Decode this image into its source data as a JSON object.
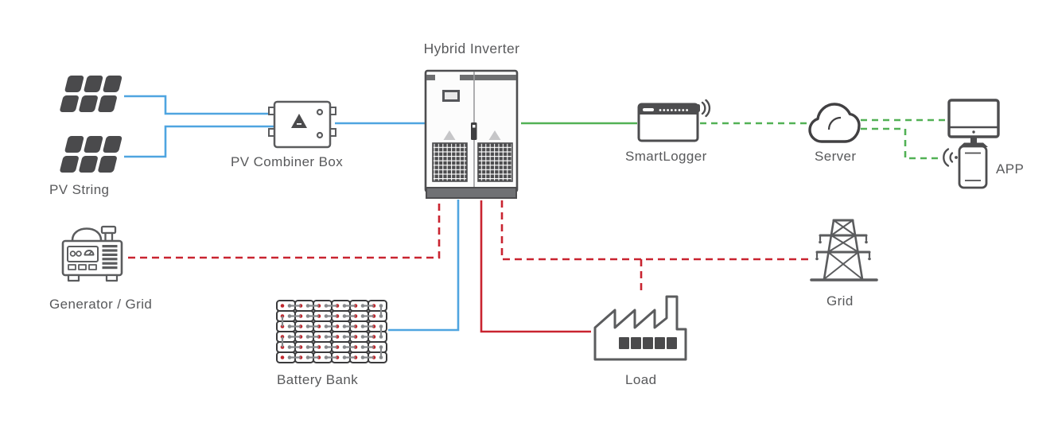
{
  "diagram": {
    "title": "Hybrid Inverter",
    "nodes": [
      {
        "id": "pv-string",
        "label": "PV String",
        "icon": "solar-panels-icon"
      },
      {
        "id": "pv-combiner-box",
        "label": "PV Combiner Box",
        "icon": "combiner-box-icon"
      },
      {
        "id": "hybrid-inverter",
        "label": "Hybrid Inverter",
        "icon": "inverter-cabinet-icon"
      },
      {
        "id": "smartlogger",
        "label": "SmartLogger",
        "icon": "smartlogger-icon"
      },
      {
        "id": "server",
        "label": "Server",
        "icon": "cloud-icon"
      },
      {
        "id": "monitor",
        "label": "",
        "icon": "desktop-monitor-icon"
      },
      {
        "id": "app",
        "label": "APP",
        "icon": "smartphone-icon"
      },
      {
        "id": "generator",
        "label": "Generator / Grid",
        "icon": "generator-icon"
      },
      {
        "id": "battery-bank",
        "label": "Battery Bank",
        "icon": "battery-bank-icon"
      },
      {
        "id": "load",
        "label": "Load",
        "icon": "factory-icon"
      },
      {
        "id": "grid",
        "label": "Grid",
        "icon": "transmission-tower-icon"
      }
    ],
    "connections": [
      {
        "from": "PV String",
        "to": "PV Combiner Box",
        "style": "solid",
        "color": "blue"
      },
      {
        "from": "PV Combiner Box",
        "to": "Hybrid Inverter",
        "style": "solid",
        "color": "blue"
      },
      {
        "from": "Hybrid Inverter",
        "to": "Battery Bank",
        "style": "solid",
        "color": "blue"
      },
      {
        "from": "Hybrid Inverter",
        "to": "SmartLogger",
        "style": "solid",
        "color": "green"
      },
      {
        "from": "SmartLogger",
        "to": "Server",
        "style": "dashed",
        "color": "green"
      },
      {
        "from": "Server",
        "to": "Monitor",
        "style": "dashed",
        "color": "green"
      },
      {
        "from": "Server",
        "to": "APP",
        "style": "dashed",
        "color": "green"
      },
      {
        "from": "Generator / Grid",
        "to": "Hybrid Inverter",
        "style": "dashed",
        "color": "red"
      },
      {
        "from": "Hybrid Inverter",
        "to": "Grid",
        "style": "dashed",
        "color": "red"
      },
      {
        "from": "Hybrid Inverter",
        "to": "Load",
        "style": "solid",
        "color": "red"
      },
      {
        "from": "Grid dashed line",
        "to": "Load",
        "style": "dashed",
        "color": "red"
      }
    ],
    "colors": {
      "pv_line_blue": "#4fa5e0",
      "comm_line_green": "#52b155",
      "power_line_red": "#c92430",
      "icon_gray": "#5b5c5e",
      "icon_dark": "#4a4a4c",
      "label_text": "#58595b"
    }
  }
}
